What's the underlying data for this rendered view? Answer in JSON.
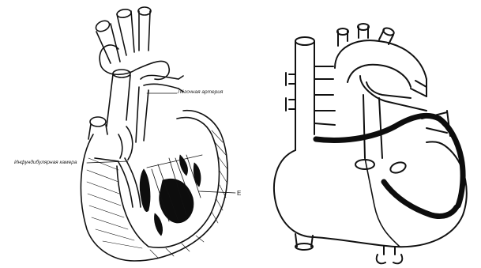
{
  "left_figure": {
    "labels": {
      "pulmonary_artery": "Лёгочная артерия",
      "infundibular_chamber": "Инфундибулярная камера",
      "edge_letter": "Е"
    }
  },
  "right_figure": {},
  "colors": {
    "line": "#111111",
    "fill_dark": "#0d0d0d",
    "background": "#ffffff"
  }
}
